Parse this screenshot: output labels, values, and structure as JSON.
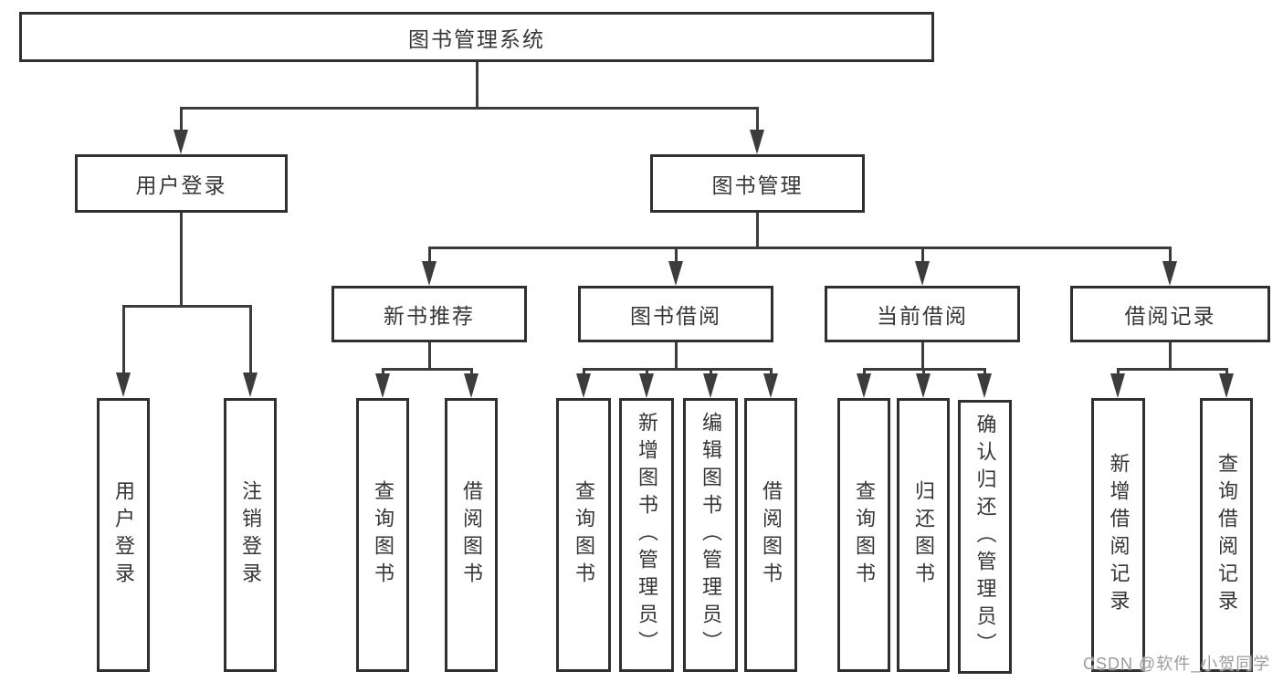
{
  "diagram": {
    "colors": {
      "box_border": "#303030",
      "line": "#3c3c3c",
      "text": "#363636",
      "watermark_text": "#9c9c9c",
      "background": "#ffffff"
    },
    "watermark": "CSDN @软件_小贺同学"
  },
  "tree": {
    "root": {
      "label": "图书管理系统"
    },
    "branches": [
      {
        "label": "用户登录",
        "children": [
          {
            "label": "用户登录"
          },
          {
            "label": "注销登录"
          }
        ]
      },
      {
        "label": "图书管理",
        "children": [
          {
            "label": "新书推荐",
            "children": [
              {
                "label": "查询图书"
              },
              {
                "label": "借阅图书"
              }
            ]
          },
          {
            "label": "图书借阅",
            "children": [
              {
                "label": "查询图书"
              },
              {
                "label": "新增图书（管理员）"
              },
              {
                "label": "编辑图书（管理员）"
              },
              {
                "label": "借阅图书"
              }
            ]
          },
          {
            "label": "当前借阅",
            "children": [
              {
                "label": "查询图书"
              },
              {
                "label": "归还图书"
              },
              {
                "label": "确认归还（管理员）"
              }
            ]
          },
          {
            "label": "借阅记录",
            "children": [
              {
                "label": "新增借阅记录"
              },
              {
                "label": "查询借阅记录"
              }
            ]
          }
        ]
      }
    ]
  }
}
